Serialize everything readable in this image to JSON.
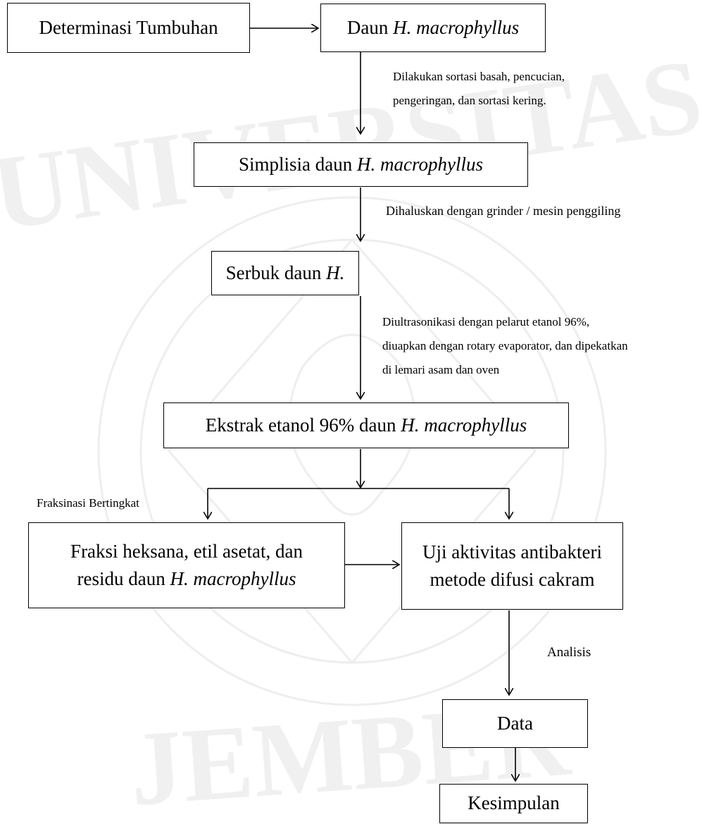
{
  "watermark_text": [
    "UNIVERSITAS",
    "JEMBER"
  ],
  "nodes": {
    "determinasi": "Determinasi Tumbuhan",
    "daun": {
      "prefix": "Daun ",
      "species": "H. macrophyllus"
    },
    "simplisia": {
      "prefix": "Simplisia daun ",
      "species": "H. macrophyllus"
    },
    "serbuk": {
      "prefix": "Serbuk daun ",
      "species": "H."
    },
    "ekstrak": {
      "prefix": "Ekstrak etanol 96% daun ",
      "species": "H. macrophyllus"
    },
    "fraksi": {
      "line1": "Fraksi heksana, etil asetat, dan",
      "line2_prefix": "residu daun ",
      "species": "H. macrophyllus"
    },
    "uji": {
      "line1": "Uji aktivitas antibakteri",
      "line2": "metode difusi cakram"
    },
    "data": "Data",
    "kesimpulan": "Kesimpulan"
  },
  "notes": {
    "sortasi": [
      "Dilakukan sortasi basah, pencucian,",
      "pengeringan, dan sortasi kering."
    ],
    "dihaluskan": "Dihaluskan dengan grinder / mesin penggiling",
    "ultrasonikasi": [
      "Diultrasonikasi dengan pelarut etanol 96%,",
      "diuapkan dengan rotary evaporator, dan dipekatkan",
      "di lemari asam dan oven"
    ],
    "fraksinasi": "Fraksinasi Bertingkat",
    "analisis": "Analisis"
  }
}
